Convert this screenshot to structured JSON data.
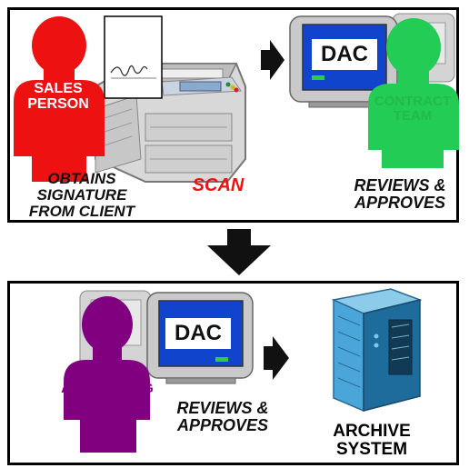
{
  "top_panel": {
    "sales_person": {
      "label_line1": "SALES",
      "label_line2": "PERSON"
    },
    "obtains_text": {
      "line1": "OBTAINS",
      "line2": "SIGNATURE",
      "line3": "FROM CLIENT"
    },
    "scan_text": "SCAN",
    "monitor_text": "DAC",
    "contract_team": {
      "label_line1": "CONTRACT",
      "label_line2": "TEAM"
    },
    "reviews_text": {
      "line1": "REVIEWS &",
      "line2": "APPROVES"
    }
  },
  "bottom_panel": {
    "accounting_team": {
      "label_line1": "ACCOUNTING",
      "label_line2": "TEAM"
    },
    "monitor_text": "DAC",
    "reviews_text": {
      "line1": "REVIEWS &",
      "line2": "APPROVES"
    },
    "archive_text": {
      "line1": "ARCHIVE",
      "line2": "SYSTEM"
    }
  },
  "colors": {
    "sales_person": "#ee1111",
    "contract_team": "#22cc55",
    "accounting_team": "#800080",
    "scan": "#ee1111",
    "contract_label": "#22bb44",
    "accounting_label": "#800080",
    "monitor_screen": "#1144cc",
    "server": "#4aa6d8"
  },
  "icons": [
    "person-silhouette",
    "copier-scanner",
    "signed-document",
    "computer-monitor",
    "arrow-right",
    "arrow-down",
    "server-tower"
  ]
}
